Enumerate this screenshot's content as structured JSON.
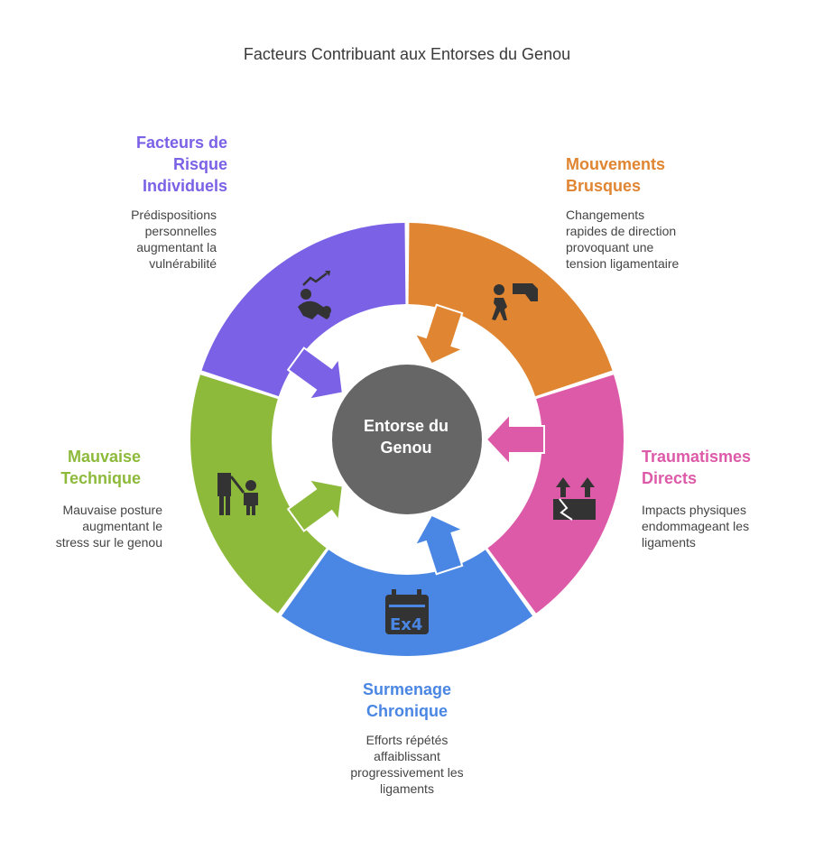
{
  "title": "Facteurs Contribuant aux Entorses du Genou",
  "center": {
    "line1": "Entorse du",
    "line2": "Genou",
    "color": "#666666"
  },
  "segments": {
    "risque": {
      "title_lines": [
        "Facteurs de",
        "Risque",
        "Individuels"
      ],
      "desc_lines": [
        "Prédispositions",
        "personnelles",
        "augmentant la",
        "vulnérabilité"
      ],
      "color": "#7b61e6",
      "icon": "growth-person-icon"
    },
    "mouvements": {
      "title_lines": [
        "Mouvements",
        "Brusques"
      ],
      "desc_lines": [
        "Changements",
        "rapides de direction",
        "provoquant une",
        "tension ligamentaire"
      ],
      "color": "#e08531",
      "icon": "running-person-icon"
    },
    "traumatismes": {
      "title_lines": [
        "Traumatismes",
        "Directs"
      ],
      "desc_lines": [
        "Impacts physiques",
        "endommageant les",
        "ligaments"
      ],
      "color": "#dd5aa8",
      "icon": "cracked-ground-icon"
    },
    "surmenage": {
      "title_lines": [
        "Surmenage",
        "Chronique"
      ],
      "desc_lines": [
        "Efforts répétés",
        "affaiblissant",
        "progressivement les",
        "ligaments"
      ],
      "color": "#4a86e3",
      "icon": "calendar-repeat-icon"
    },
    "technique": {
      "title_lines": [
        "Mauvaise",
        "Technique"
      ],
      "desc_lines": [
        "Mauvaise posture",
        "augmentant le",
        "stress sur le genou"
      ],
      "color": "#8eba3c",
      "icon": "coach-child-icon"
    }
  }
}
